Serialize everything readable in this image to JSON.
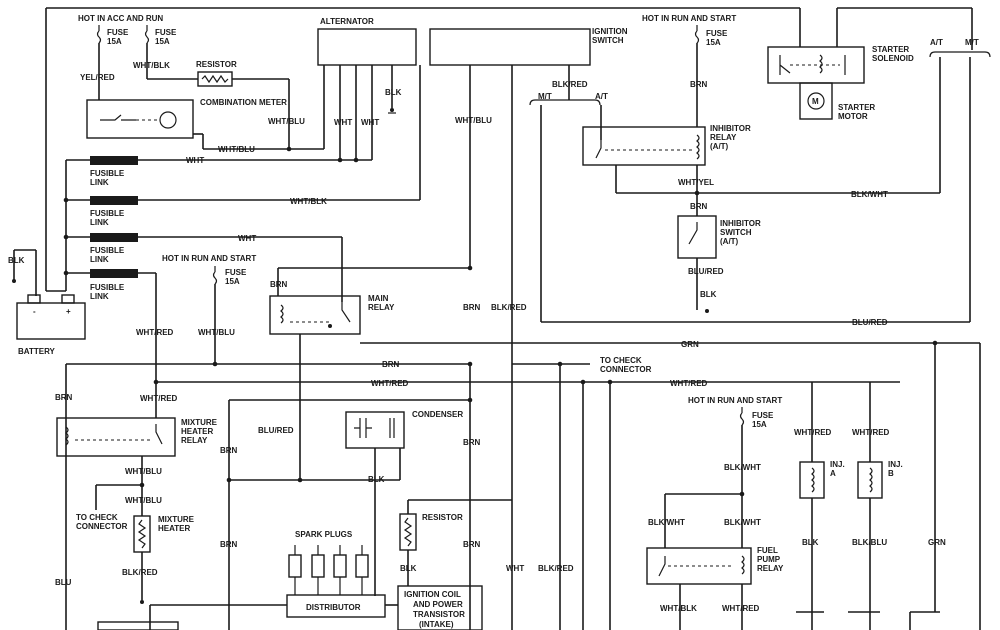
{
  "power": {
    "hot_acc_run": "HOT IN ACC AND RUN",
    "hot_run_start_top": "HOT IN RUN AND START",
    "hot_run_start_mid": "HOT IN RUN AND START",
    "hot_run_start_right": "HOT IN RUN AND START",
    "fuse_15a": "15A",
    "fuse": "FUSE"
  },
  "components": {
    "alternator": "ALTERNATOR",
    "ignition_switch": "IGNITION SWITCH",
    "starter_solenoid": "STARTER SOLENOID",
    "starter_motor": "STARTER MOTOR",
    "resistor": "RESISTOR",
    "combination_meter": "COMBINATION METER",
    "inhibitor_relay": "INHIBITOR RELAY (A/T)",
    "inhibitor_switch": "INHIBITOR SWITCH (A/T)",
    "fusible_link": "FUSIBLE LINK",
    "battery": "BATTERY",
    "main_relay": "MAIN RELAY",
    "condenser": "CONDENSER",
    "mixture_heater_relay": "MIXTURE HEATER RELAY",
    "mixture_heater": "MIXTURE HEATER",
    "to_check_connector": "TO CHECK CONNECTOR",
    "spark_plugs": "SPARK PLUGS",
    "distributor": "DISTRIBUTOR",
    "ignition_coil": "IGNITION COIL AND POWER TRANSISTOR (INTAKE)",
    "fuel_pump_relay": "FUEL PUMP RELAY",
    "inj_a": "INJ. A",
    "inj_b": "INJ. B",
    "m_symbol": "M"
  },
  "wires": {
    "yel_red": "YEL/RED",
    "wht_blk": "WHT/BLK",
    "wht_blu": "WHT/BLU",
    "wht": "WHT",
    "blk": "BLK",
    "brn": "BRN",
    "blk_red": "BLK/RED",
    "wht_yel": "WHT/YEL",
    "blk_wht": "BLK/WHT",
    "blu_red": "BLU/RED",
    "grn": "GRN",
    "wht_red": "WHT/RED",
    "blu": "BLU",
    "blk_blu": "BLK/BLU",
    "mt": "M/T",
    "at": "A/T"
  }
}
